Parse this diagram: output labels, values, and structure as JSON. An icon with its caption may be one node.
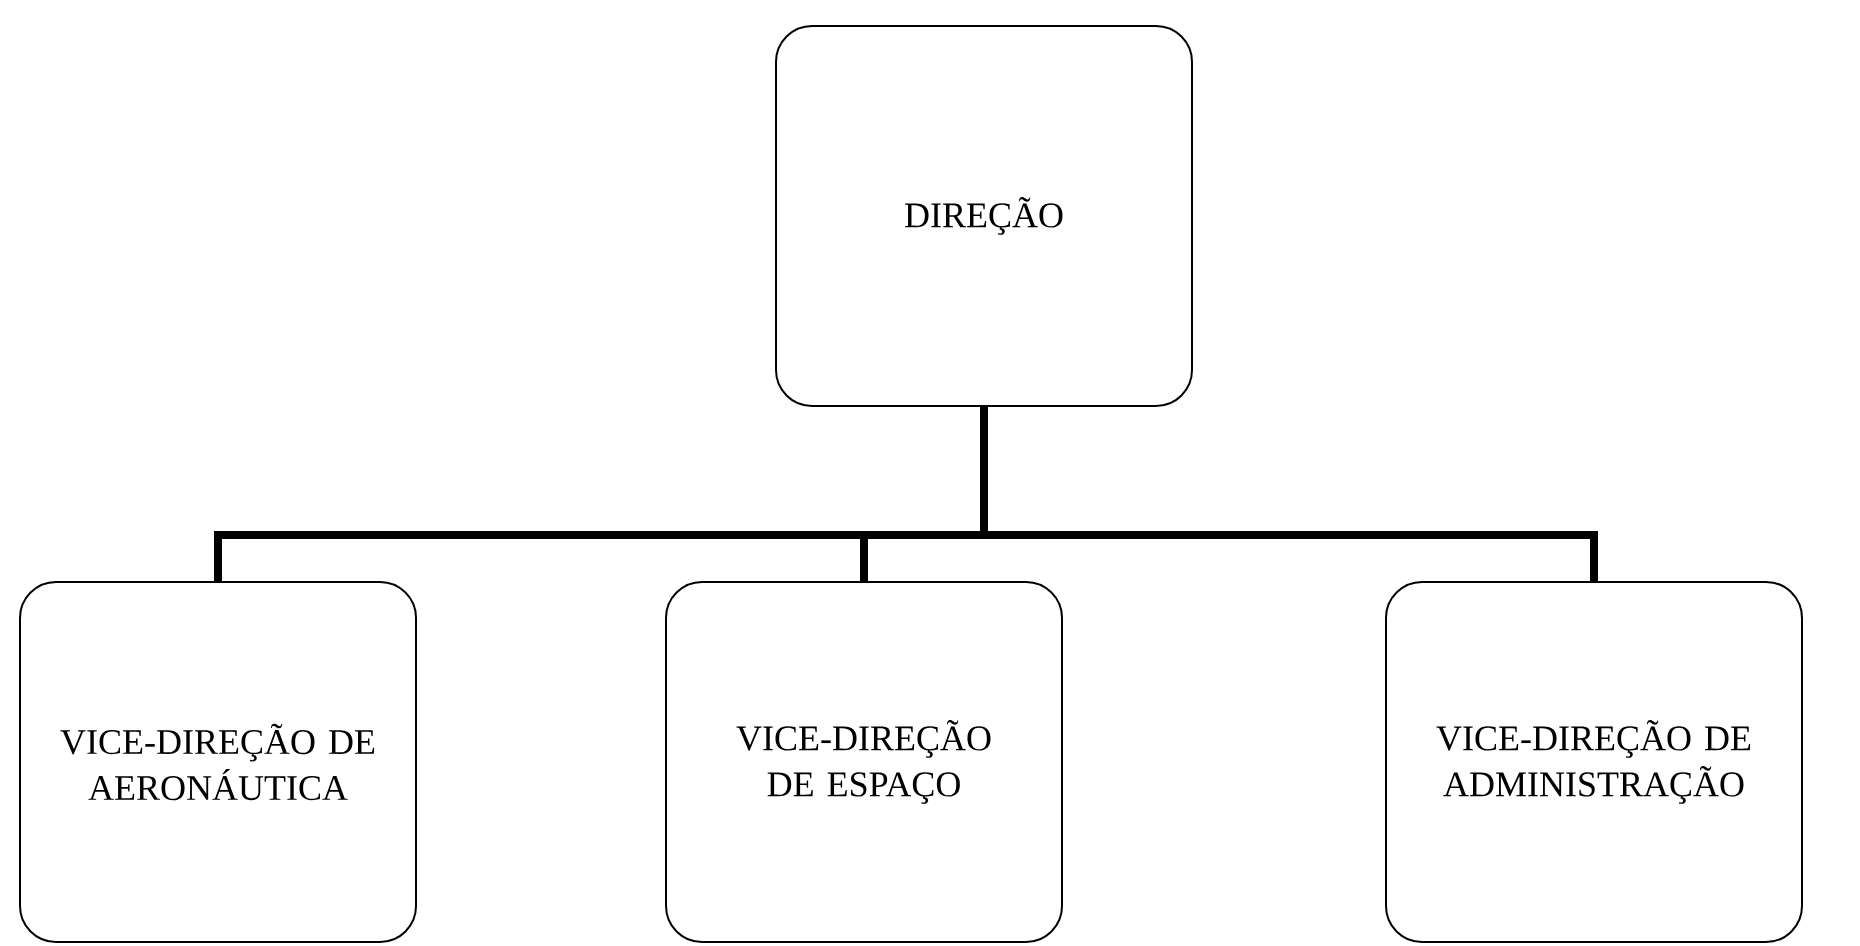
{
  "diagram": {
    "nodes": [
      {
        "text": [
          "DIREÇÃO"
        ]
      },
      {
        "text": [
          "VICE-DIREÇÃO DE AERONÁUTICA"
        ]
      },
      {
        "text": [
          "VICE-DIREÇÃO DE ESPAÇO"
        ]
      },
      {
        "text": [
          "VICE-DIREÇÃO DE ADMINISTRAÇÃO"
        ]
      }
    ],
    "edges": [
      {
        "from": 0,
        "to": 1,
        "arrow": "none"
      },
      {
        "from": 0,
        "to": 2,
        "arrow": "none"
      },
      {
        "from": 0,
        "to": 3,
        "arrow": "none"
      }
    ]
  }
}
